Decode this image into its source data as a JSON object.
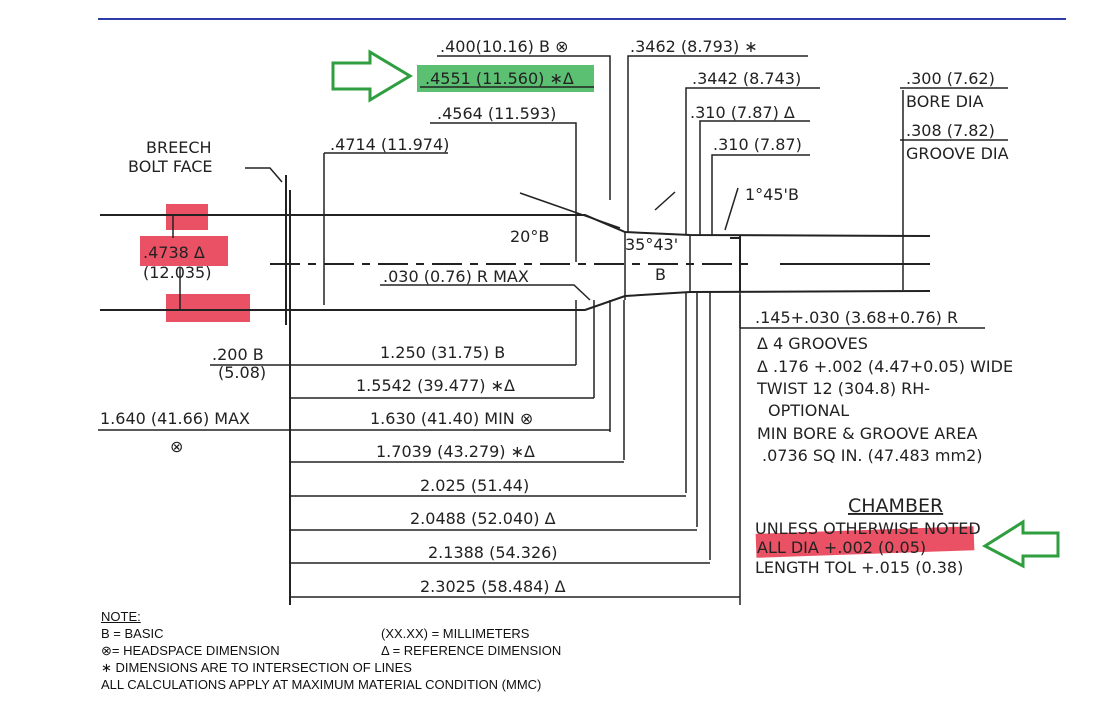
{
  "top_dimensions": {
    "d400": ".400(10.16) B ⊗",
    "d4551": ".4551 (11.560) ∗Δ",
    "d4564": ".4564 (11.593)",
    "d4714": ".4714 (11.974)",
    "d3462": ".3462 (8.793) ∗",
    "d3442": ".3442 (8.743)",
    "d310a": ".310 (7.87) Δ",
    "d310b": ".310 (7.87)",
    "bore": ".300 (7.62)",
    "bore_label": "BORE DIA",
    "groove": ".308 (7.82)",
    "groove_label": "GROOVE DIA"
  },
  "left_labels": {
    "breech_line1": "BREECH",
    "breech_line2": "BOLT FACE",
    "d4738": ".4738 Δ",
    "d4738_mm": "(12.035)",
    "d200": ".200 B",
    "d200_mm": "(5.08)",
    "d1640": "1.640 (41.66) MAX"
  },
  "angles": {
    "a20": "20°B",
    "a3543": "35°43'",
    "a145": "1°45'B",
    "b": "B",
    "radius": ".030 (0.76) R MAX"
  },
  "length_dimensions": [
    "1.250 (31.75) B",
    "1.5542 (39.477) ∗Δ",
    "1.630 (41.40) MIN ⊗",
    "1.7039 (43.279) ∗Δ",
    "2.025 (51.44)",
    "2.0488 (52.040) Δ",
    "2.1388 (54.326)",
    "2.3025 (58.484) Δ"
  ],
  "groove_spec": {
    "radius": ".145+.030 (3.68+0.76) R",
    "lines": [
      "Δ 4 GROOVES",
      "Δ .176 +.002 (4.47+0.05) WIDE",
      "TWIST 12 (304.8) RH-",
      "OPTIONAL",
      "MIN BORE & GROOVE AREA",
      ".0736 SQ IN. (47.483 mm2)"
    ]
  },
  "chamber": {
    "title": "CHAMBER",
    "line1": "UNLESS OTHERWISE NOTED",
    "line2": "ALL DIA +.002 (0.05)",
    "line3": "LENGTH TOL +.015 (0.38)"
  },
  "note": {
    "title": "NOTE:",
    "b": "B = BASIC",
    "mm": "(XX.XX) = MILLIMETERS",
    "headspace": "⊗= HEADSPACE DIMENSION",
    "reference": "Δ = REFERENCE DIMENSION",
    "intersection": "∗ DIMENSIONS ARE TO INTERSECTION OF LINES",
    "mmc": "ALL CALCULATIONS APPLY AT MAXIMUM MATERIAL CONDITION (MMC)"
  },
  "colors": {
    "rule": "#2f3da8",
    "highlight_green": "#3fb55a",
    "highlight_red": "#e8334a",
    "arrow_green": "#2e9e3e"
  }
}
